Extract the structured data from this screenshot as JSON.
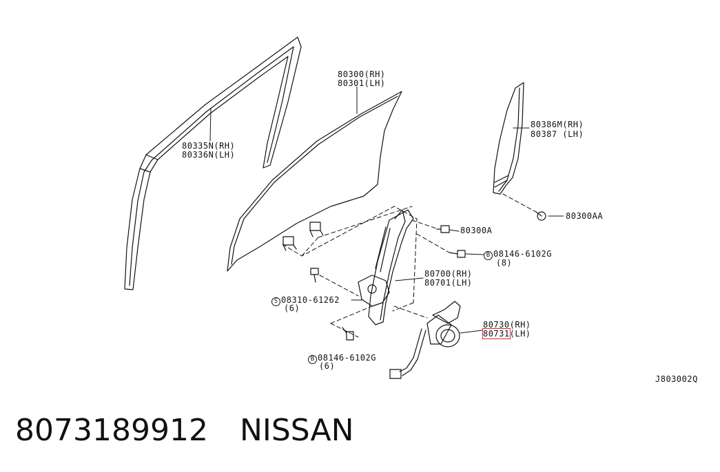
{
  "labels": {
    "glass_channel": [
      "80335N(RH)",
      "80336N(LH)"
    ],
    "door_glass": [
      "80300(RH)",
      "80301(LH)"
    ],
    "rear_sash": [
      "80386M(RH)",
      "80387 (LH)"
    ],
    "sash_bolt": "80300AA",
    "glass_bolt": "80300A",
    "bolt_b_upper": {
      "symbol": "B",
      "part": "08146-6102G",
      "qty": "(8)"
    },
    "regulator": [
      "80700(RH)",
      "80701(LH)"
    ],
    "screw_s": {
      "symbol": "S",
      "part": "08310-61262",
      "qty": "(6)"
    },
    "motor_rh": "80730(RH)",
    "motor_lh_part": "80731",
    "motor_lh_side": "(LH)",
    "bolt_b_lower": {
      "symbol": "B",
      "part": "08146-6102G",
      "qty": "(6)"
    },
    "diagram_code": "J803002Q"
  },
  "footer": {
    "part_number": "8073189912",
    "brand": "NISSAN"
  },
  "colors": {
    "line": "#111111",
    "highlight": "#e0202a"
  }
}
